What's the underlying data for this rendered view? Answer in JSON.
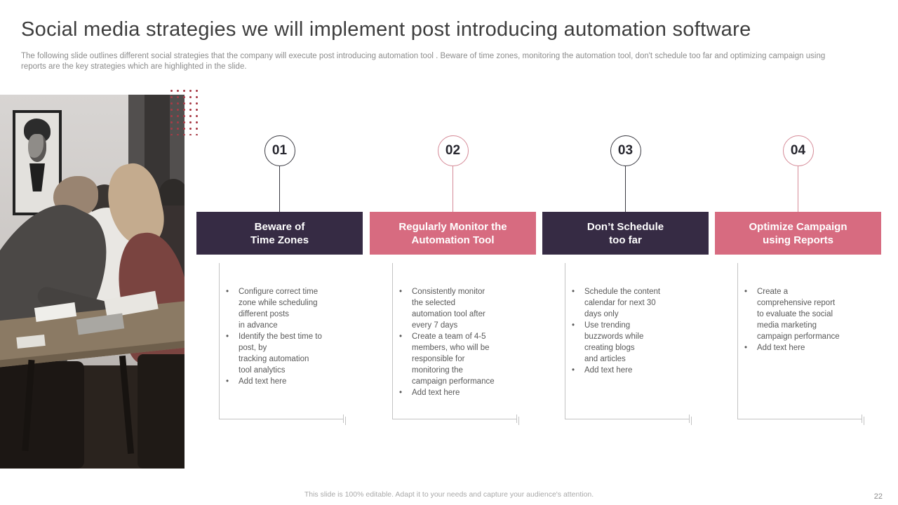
{
  "slide": {
    "title": "Social media strategies we will implement post introducing automation software",
    "subtitle": "The following slide outlines different social strategies that the company will execute post introducing automation tool . Beware of time zones, monitoring the automation tool, don't schedule too far and optimizing campaign using\nreports are the key  strategies which are highlighted in the slide.",
    "footer": "This slide is 100% editable.  Adapt it to your needs and capture your audience's attention.",
    "page_number": "22"
  },
  "colors": {
    "header_dark": "#362b44",
    "header_pink": "#d76b80",
    "circle_dark_border": "#3a3a42",
    "circle_pink_border": "#d58a97",
    "dot_pattern_red": "#a83b46",
    "body_text": "#595959",
    "title_text": "#3d3d3d"
  },
  "photo": {
    "description": "black and white photo of a team leaning over a table with papers and a laptop, framed portrait on wall"
  },
  "strategies": [
    {
      "number": "01",
      "theme": "dark",
      "title": "Beware of\nTime Zones",
      "bullets": [
        "Configure  correct time\nzone while scheduling\ndifferent  posts\nin advance",
        "Identify the best time to\npost, by\ntracking automation\ntool analytics",
        "Add text here"
      ]
    },
    {
      "number": "02",
      "theme": "pink",
      "title": "Regularly Monitor the\nAutomation Tool",
      "bullets": [
        "Consistently monitor\nthe selected\nautomation tool after\nevery  7 days",
        "Create  a team of 4-5\nmembers,  who  will  be\nresponsible  for\nmonitoring  the\ncampaign  performance",
        "Add text here"
      ]
    },
    {
      "number": "03",
      "theme": "dark",
      "title": "Don’t Schedule\ntoo far",
      "bullets": [
        "Schedule  the content\ncalendar  for  next 30\ndays only",
        "Use trending\nbuzzwords  while\ncreating blogs\nand  articles",
        "Add text here"
      ]
    },
    {
      "number": "04",
      "theme": "pink",
      "title": "Optimize Campaign\nusing Reports",
      "bullets": [
        "Create  a\ncomprehensive   report\nto evaluate  the social\nmedia  marketing\ncampaign  performance",
        "Add text here"
      ]
    }
  ]
}
